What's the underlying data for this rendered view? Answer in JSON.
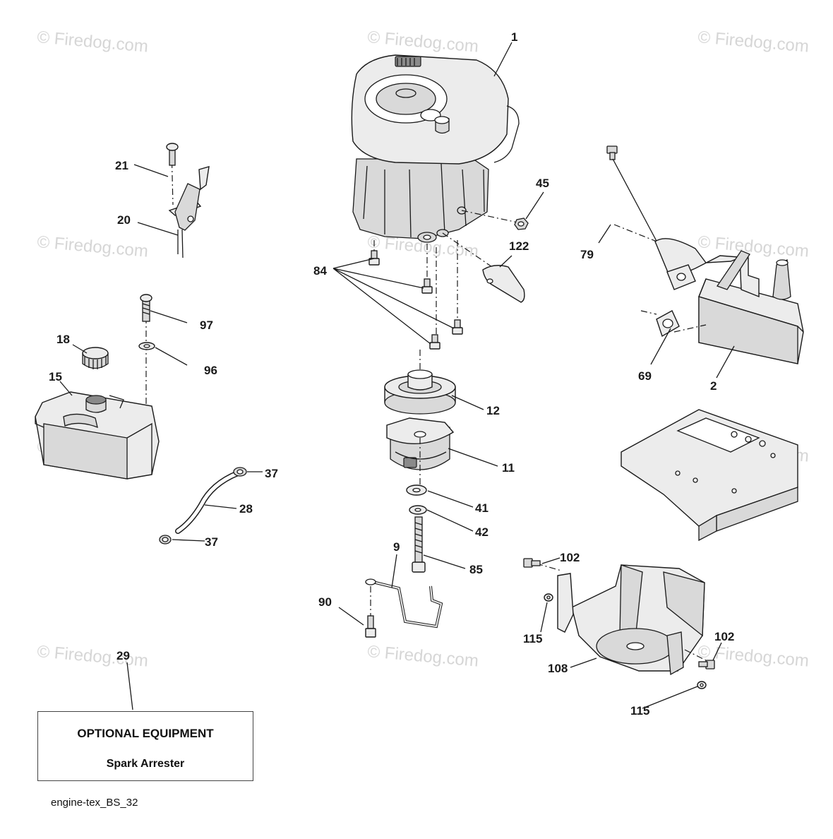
{
  "watermark": {
    "text": "© Firedog.com"
  },
  "labels": {
    "l1": "1",
    "l2": "2",
    "l9": "9",
    "l11": "11",
    "l12": "12",
    "l15": "15",
    "l18": "18",
    "l20": "20",
    "l21": "21",
    "l28": "28",
    "l29": "29",
    "l37a": "37",
    "l37b": "37",
    "l41": "41",
    "l42": "42",
    "l45": "45",
    "l69": "69",
    "l79": "79",
    "l84": "84",
    "l85": "85",
    "l90": "90",
    "l96": "96",
    "l97": "97",
    "l102a": "102",
    "l102b": "102",
    "l108": "108",
    "l115a": "115",
    "l115b": "115",
    "l122": "122"
  },
  "optional_box": {
    "title": "OPTIONAL EQUIPMENT",
    "subtitle": "Spark Arrester"
  },
  "caption": "engine-tex_BS_32",
  "colors": {
    "line": "#1a1a1a",
    "part_fill": "#ececec",
    "watermark": "#d6d6d6"
  }
}
